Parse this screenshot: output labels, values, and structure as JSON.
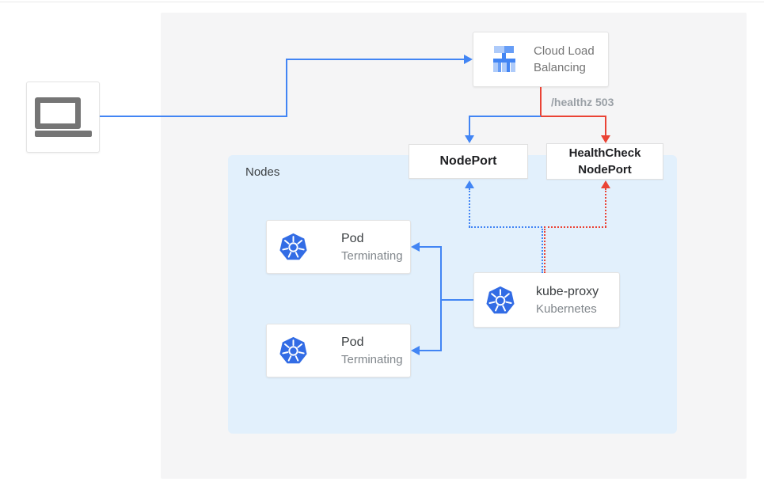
{
  "diagram": {
    "client": {
      "icon": "laptop-icon"
    },
    "cloud_load_balancing": {
      "label": "Cloud Load Balancing",
      "icon": "load-balancer-icon"
    },
    "healthz_label": "/healthz 503",
    "nodeport": {
      "label": "NodePort"
    },
    "healthcheck_nodeport": {
      "label": "HealthCheck NodePort"
    },
    "nodes_panel": {
      "label": "Nodes"
    },
    "pods": [
      {
        "title": "Pod",
        "subtitle": "Terminating",
        "icon": "kubernetes-icon"
      },
      {
        "title": "Pod",
        "subtitle": "Terminating",
        "icon": "kubernetes-icon"
      }
    ],
    "kube_proxy": {
      "title": "kube-proxy",
      "subtitle": "Kubernetes",
      "icon": "kubernetes-icon"
    },
    "colors": {
      "traffic_blue": "#4285f4",
      "health_red": "#ea4335",
      "nodes_panel_bg": "#e2f0fc",
      "outer_panel_bg": "#f5f5f6",
      "kubernetes_blue": "#326ce5",
      "load_balancer_blue_light": "#aecbfa",
      "load_balancer_blue_mid": "#669df6",
      "laptop_gray": "#757575",
      "dark_text": "#202124",
      "muted_text": "#80868b",
      "healthz_text": "#9aa0a6"
    }
  }
}
